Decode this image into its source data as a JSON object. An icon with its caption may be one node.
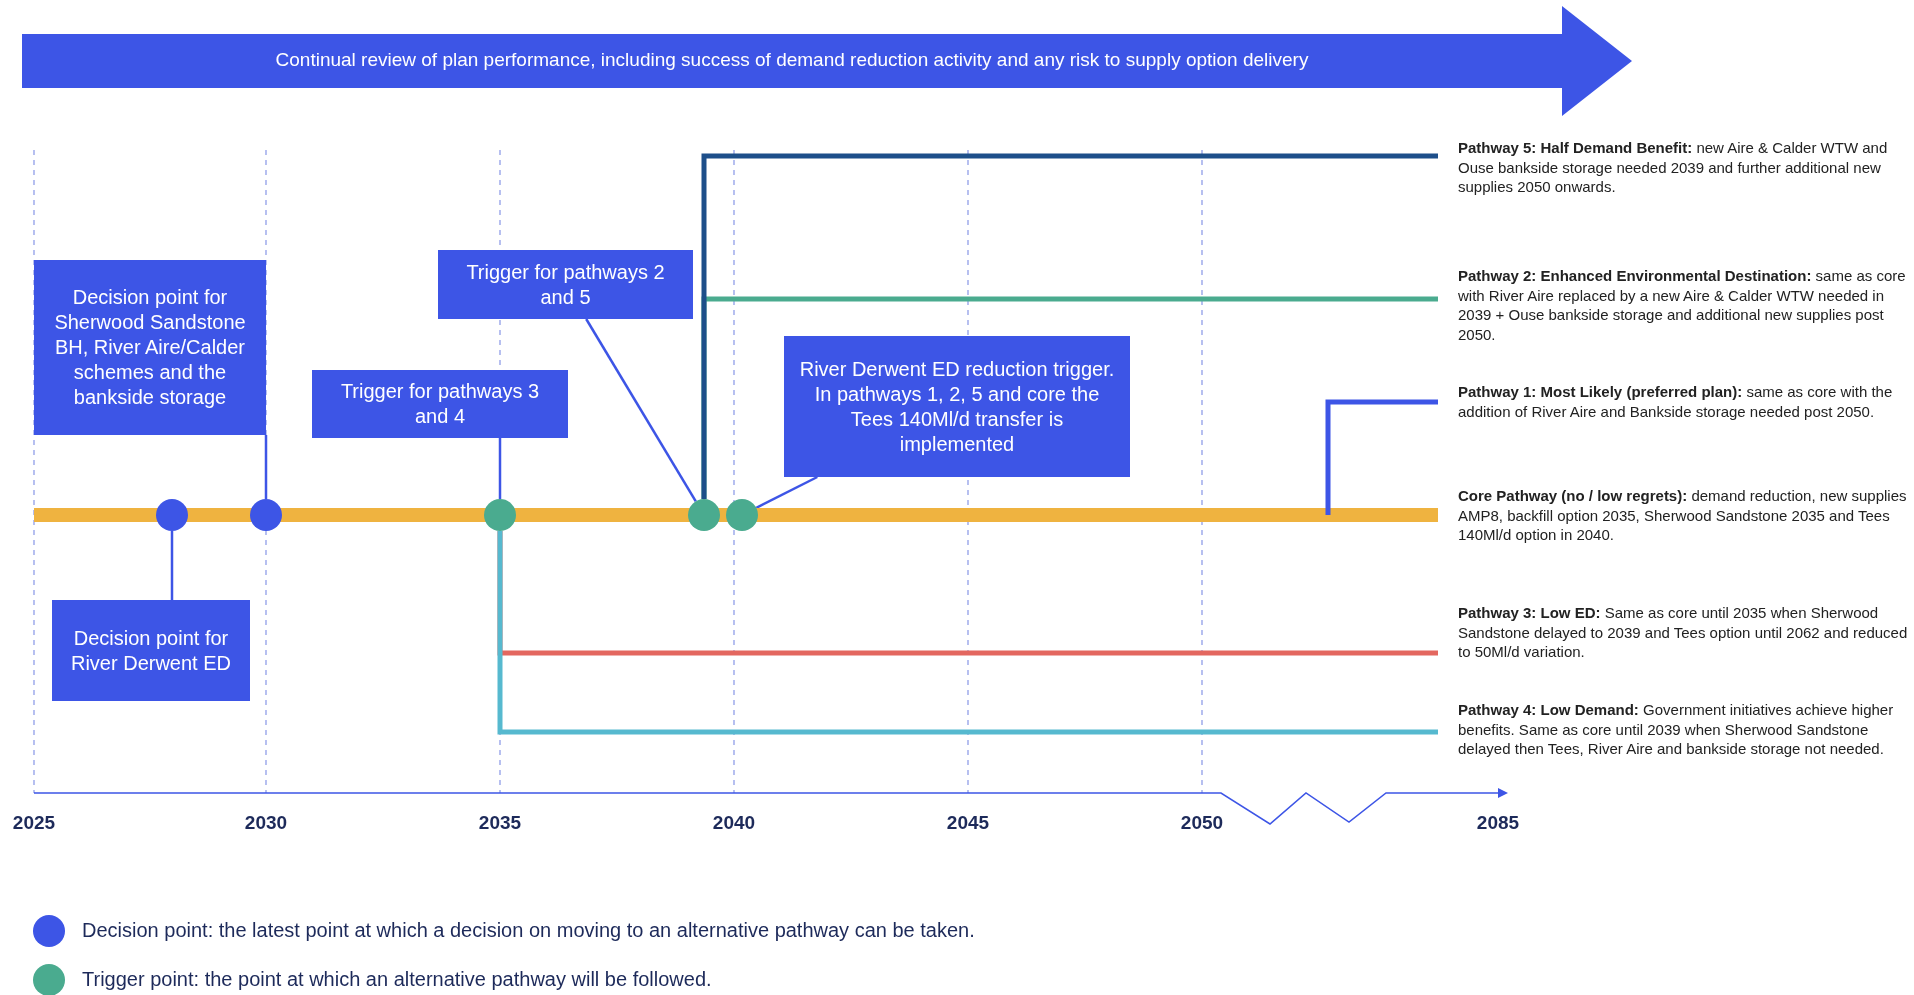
{
  "diagram": {
    "nodes": [
      {
        "text": [
          "Continual review of plan performance, including success of demand reduction activity and any risk to supply option delivery"
        ]
      },
      {
        "text": [
          "Decision point for Sherwood Sandstone BH, River Aire/Calder schemes and the bankside storage"
        ]
      },
      {
        "text": [
          "Trigger for pathways 3 and 4"
        ]
      },
      {
        "text": [
          "Trigger for pathways 2 and 5"
        ]
      },
      {
        "text": [
          "River Derwent ED reduction trigger. In pathways 1, 2, 5 and core the Tees 140Ml/d transfer is implemented"
        ]
      },
      {
        "text": [
          "Decision point for River Derwent ED"
        ]
      },
      {
        "text": [],
        "shape": "circle"
      },
      {
        "text": [],
        "shape": "circle"
      },
      {
        "text": [],
        "shape": "circle"
      },
      {
        "text": [],
        "shape": "circle"
      },
      {
        "text": [],
        "shape": "circle"
      },
      {
        "text": [
          "**Pathway 5: Half Demand Benefit:** new Aire & Calder WTW and Ouse bankside storage needed 2039 and further additional new supplies 2050 onwards."
        ]
      },
      {
        "text": [
          "**Pathway 2: Enhanced Environmental Destination:** same as core with River Aire replaced by a new Aire & Calder WTW needed in 2039 + Ouse bankside storage and additional new supplies post 2050."
        ]
      },
      {
        "text": [
          "**Pathway 1: Most Likely (preferred plan):** same as core with the addition of River Aire and Bankside storage needed post 2050."
        ]
      },
      {
        "text": [
          "**Core Pathway (no / low regrets):** demand reduction, new supplies AMP8, backfill option 2035, Sherwood Sandstone 2035 and Tees 140Ml/d option in 2040."
        ]
      },
      {
        "text": [
          "**Pathway 3: Low ED:** Same as core until 2035 when Sherwood Sandstone delayed to 2039 and Tees option until 2062 and reduced to 50Ml/d variation."
        ]
      },
      {
        "text": [
          "**Pathway 4: Low Demand:** Government initiatives achieve higher benefits. Same as core until 2039 when Sherwood Sandstone delayed then Tees, River Aire and bankside storage not needed."
        ]
      }
    ],
    "edges": [
      {
        "from": 1,
        "to": 7,
        "arrow": "none"
      },
      {
        "from": 5,
        "to": 6,
        "arrow": "none"
      },
      {
        "from": 2,
        "to": 8,
        "arrow": "none"
      },
      {
        "from": 3,
        "to": 9,
        "arrow": "none"
      },
      {
        "from": 4,
        "to": 10,
        "arrow": "none"
      },
      {
        "from": null,
        "to": 14,
        "arrow": "none",
        "style": "thick",
        "color": "#efb340"
      },
      {
        "from": 9,
        "to": 11,
        "arrow": "none",
        "color": "#1d4f8a"
      },
      {
        "from": 9,
        "to": 12,
        "arrow": "none",
        "color": "#4aab8f"
      },
      {
        "from": null,
        "to": 13,
        "arrow": "none",
        "color": "#3d55e6"
      },
      {
        "from": 8,
        "to": 15,
        "arrow": "none",
        "color": "#e3675f"
      },
      {
        "from": 8,
        "to": 16,
        "arrow": "none",
        "color": "#56b9cf"
      }
    ],
    "labels": [
      "2025",
      "2030",
      "2035",
      "2040",
      "2045",
      "2050",
      "2085"
    ],
    "legend": [
      {
        "text": "Decision point: the latest point at which a decision on moving to an alternative pathway can be taken.",
        "color": "#3d55e6"
      },
      {
        "text": "Trigger point: the point at which an alternative pathway will be followed.",
        "color": "#4aab8f"
      }
    ]
  }
}
